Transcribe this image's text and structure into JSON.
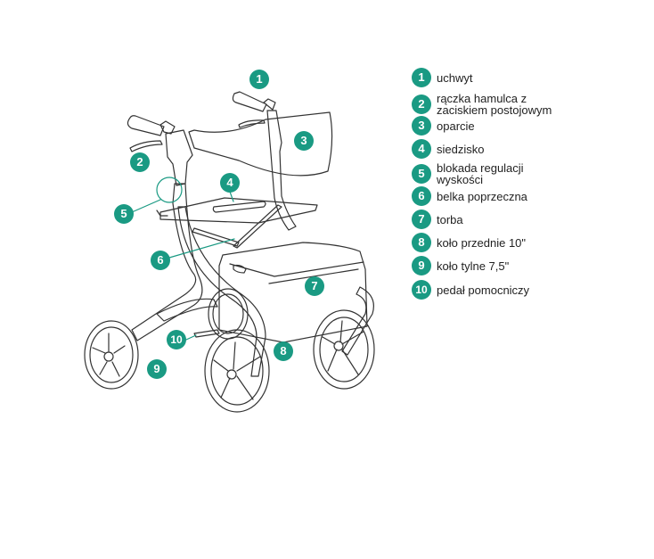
{
  "accent_color": "#1a9a83",
  "legend": [
    {
      "num": "1",
      "label": "uchwyt"
    },
    {
      "num": "2",
      "label": "rączka hamulca z zaciskiem postojowym"
    },
    {
      "num": "3",
      "label": "oparcie"
    },
    {
      "num": "4",
      "label": "siedzisko"
    },
    {
      "num": "5",
      "label": "blokada regulacji wyskości"
    },
    {
      "num": "6",
      "label": "belka poprzeczna"
    },
    {
      "num": "7",
      "label": "torba"
    },
    {
      "num": "8",
      "label": "koło przednie 10\""
    },
    {
      "num": "9",
      "label": "koło tylne 7,5\""
    },
    {
      "num": "10",
      "label": "pedał pomocniczy"
    }
  ]
}
